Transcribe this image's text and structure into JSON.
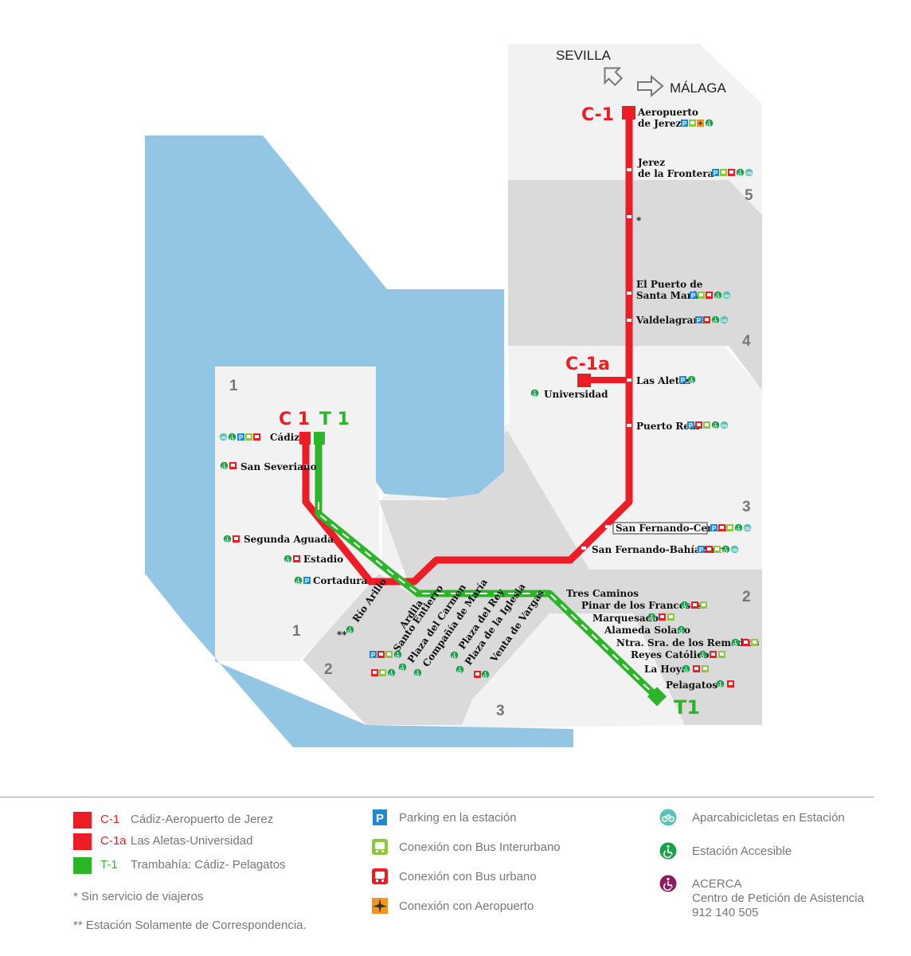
{
  "colors": {
    "c1": "#ee1c25",
    "t1": "#2db52a",
    "sea": "#93c5e5",
    "land_light": "#f2f2f2",
    "land_dark": "#dadada",
    "parking": "#1f8ad0",
    "bus_interurbano": "#8dc63f",
    "bus_urbano": "#ee1c25",
    "aeropuerto": "#f7941d",
    "accesible": "#1a9f4a",
    "acerca": "#8a1f5e"
  },
  "map": {
    "destinations": {
      "sevilla": "SEVILLA",
      "malaga": "MÁLAGA"
    },
    "line_labels": {
      "c1_airport": "C-1",
      "c1a": "C-1a",
      "c1_cadiz": "C 1",
      "t1_cadiz": "T 1",
      "t1_end": "T1"
    },
    "zones": {
      "z1a": "1",
      "z1b": "1",
      "z2a": "2",
      "z2b": "2",
      "z3a": "3",
      "z3b": "3",
      "z4": "4",
      "z5": "5"
    },
    "stations": {
      "aeropuerto_1": "Aeropuerto",
      "aeropuerto_2": "de Jerez",
      "jerez_1": "Jerez",
      "jerez_2": "de la Frontera",
      "asterisk": "*",
      "puerto_1": "El Puerto de",
      "puerto_2": "Santa María",
      "valdelagrana": "Valdelagrana",
      "las_aletas": "Las Aletas",
      "universidad": "Universidad",
      "puerto_real": "Puerto Real",
      "san_fernando_centro": "San Fernando-Centro",
      "san_fernando_bahia": "San Fernando-Bahía Sur",
      "cadiz": "Cádiz",
      "san_severiano": "San Severiano",
      "segunda_aguada": "Segunda Aguada",
      "estadio": "Estadio",
      "cortadura": "Cortadura",
      "rio_arillo_mark": "**",
      "rio_arillo": "Río Arillo",
      "ardila": "Ardila",
      "santo_entierro": "Santo Entierro",
      "plaza_carmen": "Plaza del Carmen",
      "compania_maria": "Compañía de María",
      "plaza_rey": "Plaza del Rey",
      "plaza_iglesia": "Plaza de la Iglesia",
      "venta_vargas": "Venta de Vargas",
      "tres_caminos": "Tres Caminos",
      "pinar_franceses": "Pinar de los Franceses",
      "marquesado": "Marquesado",
      "alameda_solano": "Alameda Solano",
      "ntra_sra_remedios": "Ntra. Sra. de los Remedios",
      "reyes_catolicos": "Reyes Católicos",
      "la_hoya": "La Hoya",
      "pelagatos": "Pelagatos"
    }
  },
  "legend": {
    "lines": [
      {
        "code": "C-1",
        "label": "Cádiz-Aeropuerto de Jerez",
        "color": "#ee1c25"
      },
      {
        "code": "C-1a",
        "label": "Las Aletas-Universidad",
        "color": "#ee1c25"
      },
      {
        "code": "T-1",
        "label": "Trambahía: Cádiz- Pelagatos",
        "color": "#2db52a"
      }
    ],
    "notes": {
      "single": "* Sin servicio de viajeros",
      "double": "** Estación Solamente de Correspondencia."
    },
    "services": {
      "parking": "Parking en la estación",
      "bus_interurbano": "Conexión con Bus Interurbano",
      "bus_urbano": "Conexión con Bus urbano",
      "aeropuerto": "Conexión con Aeropuerto"
    },
    "facilities": {
      "bicicletas": "Aparcabicicletas en Estación",
      "accesible": "Estación Accesible",
      "acerca_title": "ACERCA",
      "acerca_desc": "Centro de Petición de Asistencia",
      "acerca_phone": "912 140 505"
    }
  }
}
